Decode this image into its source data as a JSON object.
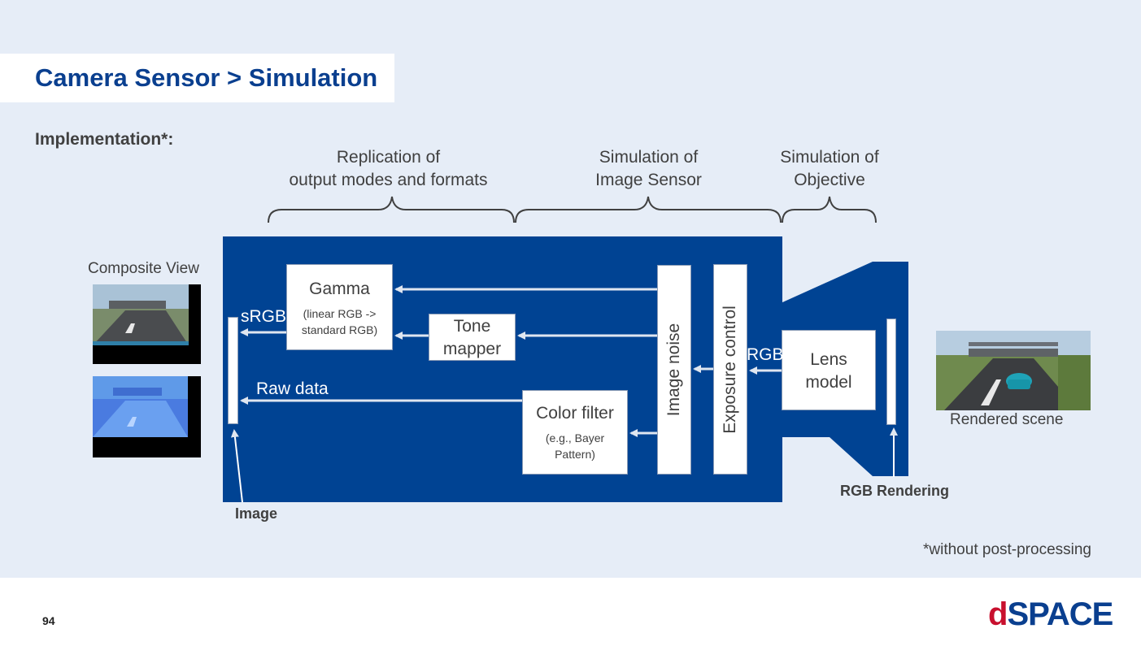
{
  "slide": {
    "title": "Camera Sensor > Simulation",
    "subtitle": "Implementation*:",
    "page_number": "94",
    "logo": {
      "d": "d",
      "rest": "SPACE"
    },
    "footnote": "*without post-processing"
  },
  "sections": {
    "replication": {
      "line1": "Replication of",
      "line2": "output modes and formats"
    },
    "image_sensor": {
      "line1": "Simulation of",
      "line2": "Image Sensor"
    },
    "objective": {
      "line1": "Simulation of",
      "line2": "Objective"
    }
  },
  "blocks": {
    "gamma": {
      "title": "Gamma",
      "desc1": "(linear RGB ->",
      "desc2": "standard RGB)"
    },
    "tone_mapper": {
      "line1": "Tone",
      "line2": "mapper"
    },
    "color_filter": {
      "title": "Color filter",
      "desc1": "(e.g., Bayer",
      "desc2": "Pattern)"
    },
    "image_noise": "Image noise",
    "exposure_control": "Exposure control",
    "lens_model": {
      "line1": "Lens",
      "line2": "model"
    }
  },
  "labels": {
    "srgb": "sRGB",
    "raw_data": "Raw data",
    "rgb": "RGB",
    "image": "Image",
    "rgb_rendering": "RGB Rendering",
    "composite_view": "Composite View",
    "rendered_scene": "Rendered scene"
  },
  "colors": {
    "diagram_blue": "#004393",
    "title_blue": "#0a3f8f",
    "logo_red": "#c8102e",
    "background": "#e6edf7"
  }
}
